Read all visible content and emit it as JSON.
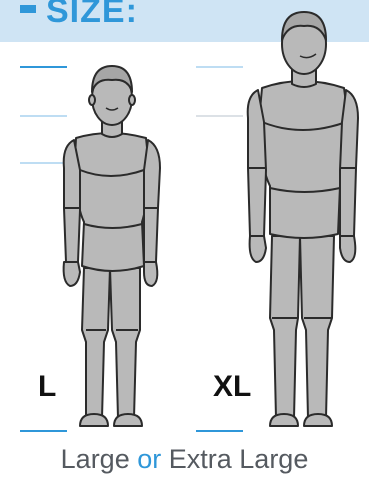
{
  "header": {
    "title": "SIZE:"
  },
  "figures": [
    {
      "size_label": "L"
    },
    {
      "size_label": "XL"
    }
  ],
  "caption": {
    "first": "Large",
    "connector": "or",
    "second": "Extra Large"
  },
  "colors": {
    "accent": "#2f97d9",
    "header_band": "#cfe4f4",
    "figure_fill": "#b9b9b9",
    "figure_stroke": "#2b2b2b",
    "caption_text": "#555a60"
  }
}
